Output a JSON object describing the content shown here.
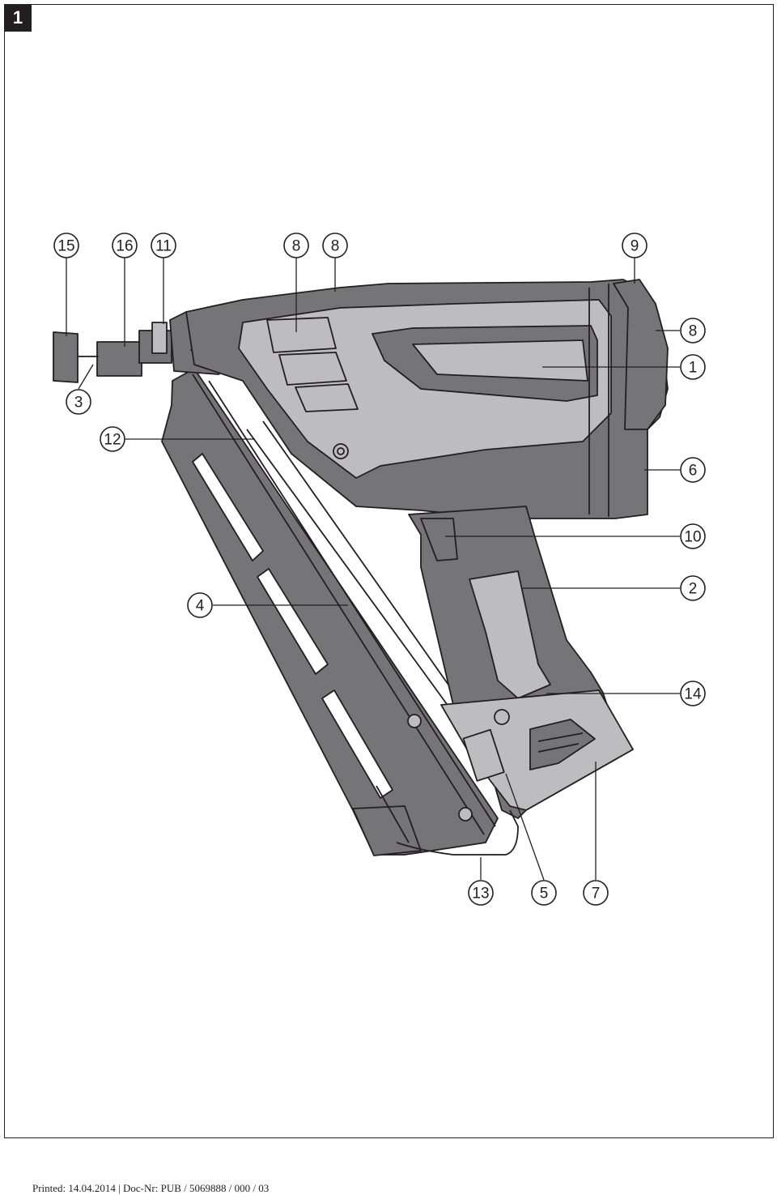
{
  "figure_number": "1",
  "footer": {
    "printed_label": "Printed: 14.04.2014 | Doc-Nr: PUB / 5069888 / 000 / 03"
  },
  "colors": {
    "dark_grey": "#757578",
    "light_grey": "#bdbdbf",
    "outline": "#231f20",
    "background": "#ffffff"
  },
  "callouts": [
    {
      "id": "c15",
      "label": "15"
    },
    {
      "id": "c16",
      "label": "16"
    },
    {
      "id": "c11",
      "label": "11"
    },
    {
      "id": "c8a",
      "label": "8"
    },
    {
      "id": "c8b",
      "label": "8"
    },
    {
      "id": "c9",
      "label": "9"
    },
    {
      "id": "c8c",
      "label": "8"
    },
    {
      "id": "c1",
      "label": "1"
    },
    {
      "id": "c3",
      "label": "3"
    },
    {
      "id": "c12",
      "label": "12"
    },
    {
      "id": "c6",
      "label": "6"
    },
    {
      "id": "c10",
      "label": "10"
    },
    {
      "id": "c4",
      "label": "4"
    },
    {
      "id": "c2",
      "label": "2"
    },
    {
      "id": "c14",
      "label": "14"
    },
    {
      "id": "c13",
      "label": "13"
    },
    {
      "id": "c5",
      "label": "5"
    },
    {
      "id": "c7",
      "label": "7"
    }
  ]
}
